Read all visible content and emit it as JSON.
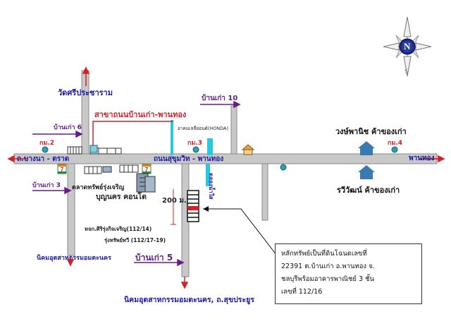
{
  "labels": {
    "wat_sri": "วัดศรีประชาราม",
    "branch": "สาขาถนนบ้านเก่า-พานทอง",
    "honda": "อาคมเลลี่ยอนด์(HONDA)",
    "ban_kao_10": "บ้านเก่า 10",
    "ban_kao_6": "บ้านเก่า 6",
    "ban_kao_3": "บ้านเก่า 3",
    "ban_kao_5": "บ้านเก่า 5",
    "km2": "กม.2",
    "km3": "กม.3",
    "km4": "กม.4",
    "bangna_trat": "ถ.บางนา - ตราด",
    "phan_thong": "พานทอง",
    "sukhumvit": "ถนนสุขุมวิท - พานทอง",
    "tesco": "ดลองน้ำใส",
    "market": "ตลาดทรัพย์รุ่งเจริญ",
    "condo": "บุญนคร คอนโด",
    "dist_200": "200",
    "dist_unit": "ม.",
    "shop1": "หจก.ศิริรุ่งกิจเจริญ(112/14)",
    "shop2": "รุ่งทรัพย์ทวี (112/17-19)",
    "industrial_left": "นิคมอุตสาหกรรมอมตะนคร",
    "industrial_bottom": "นิคมอุตสาหกรรมอมตะนคร, ถ.สุขประยูร",
    "gold1": "วงษ์พานิช ค้าของเก่า",
    "gold2": "รวีวัฒน์ ค้าของเก่า",
    "compass_n": "N",
    "compass_s": "S"
  },
  "lot_info": {
    "line1": "หลักทรัพย์เป็นที่ดินโฉนดเลขที่",
    "line2": "22391 ต.บ้านเก่า อ.พานทอง จ.",
    "line3": "ชลบุรีพร้อมอาคารพาณิชย์ 3 ชั้น",
    "line4": "เลขที่ 112/16"
  },
  "colors": {
    "road": "#c8c8c8",
    "road_edge": "#8a8a8a",
    "arrow": "#d4202a",
    "blue_text": "#1a1aa8",
    "purple_text": "#6a1a8a",
    "cyan": "#27c8e0",
    "km_marker": "#2aa0b0"
  },
  "icons": [
    "compass-icon",
    "seven-eleven-icon",
    "house-icon",
    "shop-icon",
    "building-icon"
  ]
}
